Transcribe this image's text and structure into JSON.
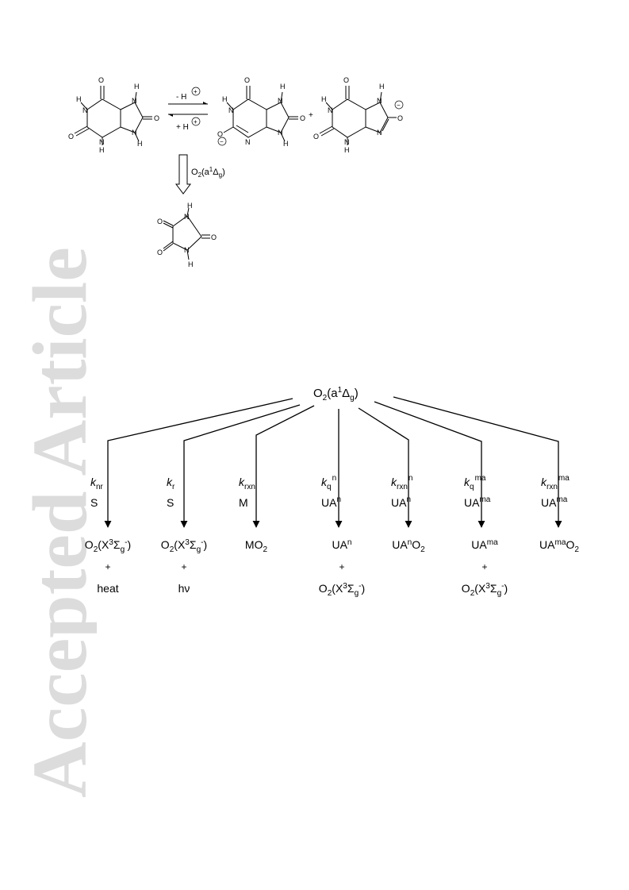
{
  "watermark": "Accepted Article",
  "scheme1": {
    "deprotonation_label": "- H",
    "protonation_label": "+ H",
    "plus": "+",
    "oxidant_label": "O",
    "oxidant_sub": "2",
    "oxidant_paren": "(a",
    "oxidant_sup": "1",
    "oxidant_delta": "Δ",
    "oxidant_delta_sub": "g",
    "oxidant_close": ")",
    "minus_charge": "−",
    "plus_charge": "+"
  },
  "scheme2": {
    "top": {
      "pre": "O",
      "sub": "2",
      "mid": "(a",
      "sup": "1",
      "greek": "Δ",
      "greek_sub": "g",
      "post": ")"
    },
    "branches": [
      {
        "k": "k",
        "k_sub": "nr",
        "k_sup": "",
        "quencher": "S",
        "quencher_sup": "",
        "product": "O2(X3Σg-)",
        "plus": "+",
        "coproduct": "heat"
      },
      {
        "k": "k",
        "k_sub": "r",
        "k_sup": "",
        "quencher": "S",
        "quencher_sup": "",
        "product": "O2(X3Σg-)",
        "plus": "+",
        "coproduct": "hν"
      },
      {
        "k": "k",
        "k_sub": "rxn",
        "k_sup": "",
        "quencher": "M",
        "quencher_sup": "",
        "product": "MO2",
        "plus": "",
        "coproduct": ""
      },
      {
        "k": "k",
        "k_sub": "q",
        "k_sup": "n",
        "quencher": "UA",
        "quencher_sup": "n",
        "product": "UAn",
        "plus": "+",
        "coproduct": "O2(X3Σg-)"
      },
      {
        "k": "k",
        "k_sub": "rxn",
        "k_sup": "n",
        "quencher": "UA",
        "quencher_sup": "n",
        "product": "UAnO2",
        "plus": "",
        "coproduct": ""
      },
      {
        "k": "k",
        "k_sub": "q",
        "k_sup": "ma",
        "quencher": "UA",
        "quencher_sup": "ma",
        "product": "UAma",
        "plus": "+",
        "coproduct": "O2(X3Σg-)"
      },
      {
        "k": "k",
        "k_sub": "rxn",
        "k_sup": "ma",
        "quencher": "UA",
        "quencher_sup": "ma",
        "product": "UAmaO2",
        "plus": "",
        "coproduct": ""
      }
    ]
  },
  "atoms": {
    "O": "O",
    "N": "N",
    "H": "H"
  }
}
